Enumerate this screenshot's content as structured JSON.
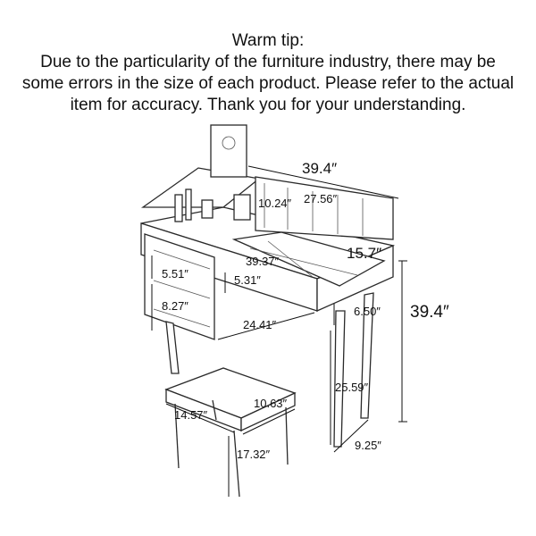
{
  "tip": {
    "title": "Warm tip:",
    "body": "Due to the particularity of the furniture industry, there may be some errors in the size of each product. Please refer to the actual item for accuracy. Thank you for your understanding."
  },
  "dimensions": {
    "mirror_width": "39.4″",
    "mirror_height": "10.24″",
    "mirror_inner": "27.56″",
    "depth": "15.7″",
    "inner_width": "39.37″",
    "inner_depth": "5.31″",
    "total_height": "39.4″",
    "drawer_top": "5.51″",
    "drawer_bottom": "8.27″",
    "knee_width": "24.41″",
    "top_thickness": "6.50″",
    "leg_height": "25.59″",
    "leg_depth": "9.25″",
    "stool_width": "14.57″",
    "stool_depth": "10.63″",
    "stool_height": "17.32″"
  }
}
